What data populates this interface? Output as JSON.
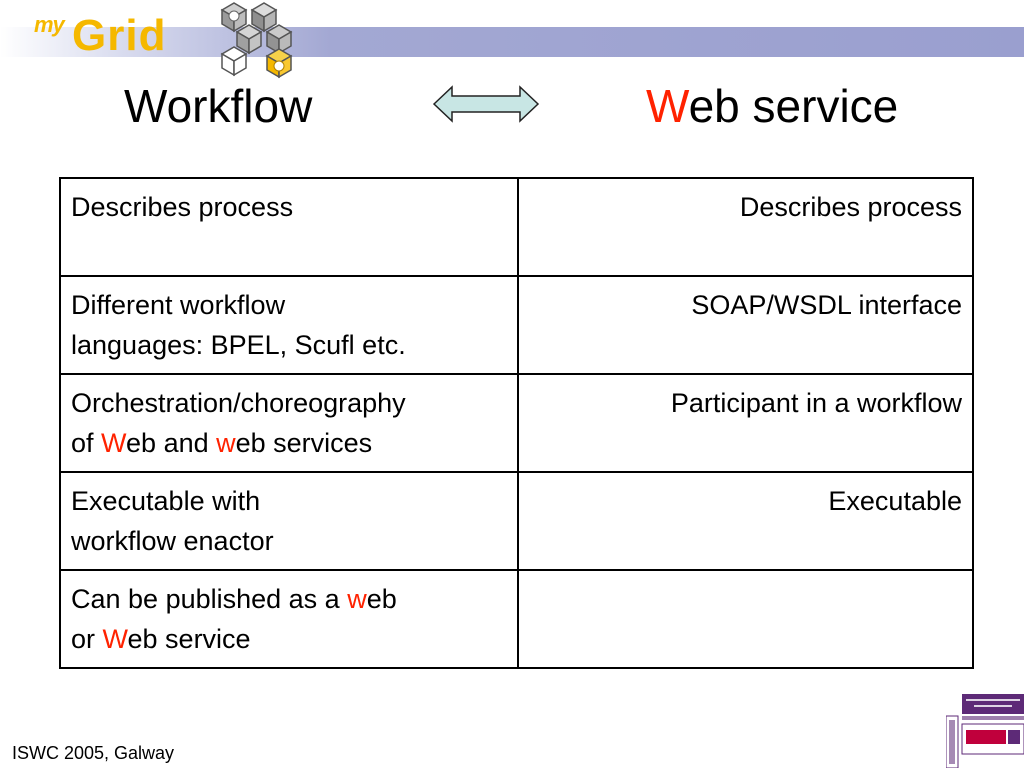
{
  "header": {
    "logo_prefix": "my",
    "logo_main": "Grid"
  },
  "titles": {
    "left": "Workflow",
    "right_initial": "W",
    "right_rest": "eb service"
  },
  "table": {
    "rows": [
      {
        "left": [
          {
            "t": "Describes process"
          }
        ],
        "right": "Describes process"
      },
      {
        "left": [
          {
            "t": "Different workflow"
          },
          {
            "br": true
          },
          {
            "t": "languages: BPEL, Scufl etc."
          }
        ],
        "right": "SOAP/WSDL interface"
      },
      {
        "left": [
          {
            "t": "Orchestration/choreography"
          },
          {
            "br": true
          },
          {
            "t": "of "
          },
          {
            "t": "W",
            "red": true
          },
          {
            "t": "eb and "
          },
          {
            "t": "w",
            "red": true
          },
          {
            "t": "eb services"
          }
        ],
        "right": "Participant in a workflow"
      },
      {
        "left": [
          {
            "t": "Executable with"
          },
          {
            "br": true
          },
          {
            "t": "workflow enactor"
          }
        ],
        "right": "Executable"
      },
      {
        "left": [
          {
            "t": "Can be published as a "
          },
          {
            "t": "w",
            "red": true
          },
          {
            "t": "eb"
          },
          {
            "br": true
          },
          {
            "t": "or "
          },
          {
            "t": "W",
            "red": true
          },
          {
            "t": "eb service"
          }
        ],
        "right": ""
      }
    ]
  },
  "footer": {
    "text": "ISWC 2005, Galway"
  },
  "colors": {
    "highlight": "#ff2200",
    "logo": "#f5b800",
    "band": "#9a9fcf"
  },
  "icons": {
    "double_arrow": "double-arrow-icon",
    "cubes": "cubes-logo"
  }
}
